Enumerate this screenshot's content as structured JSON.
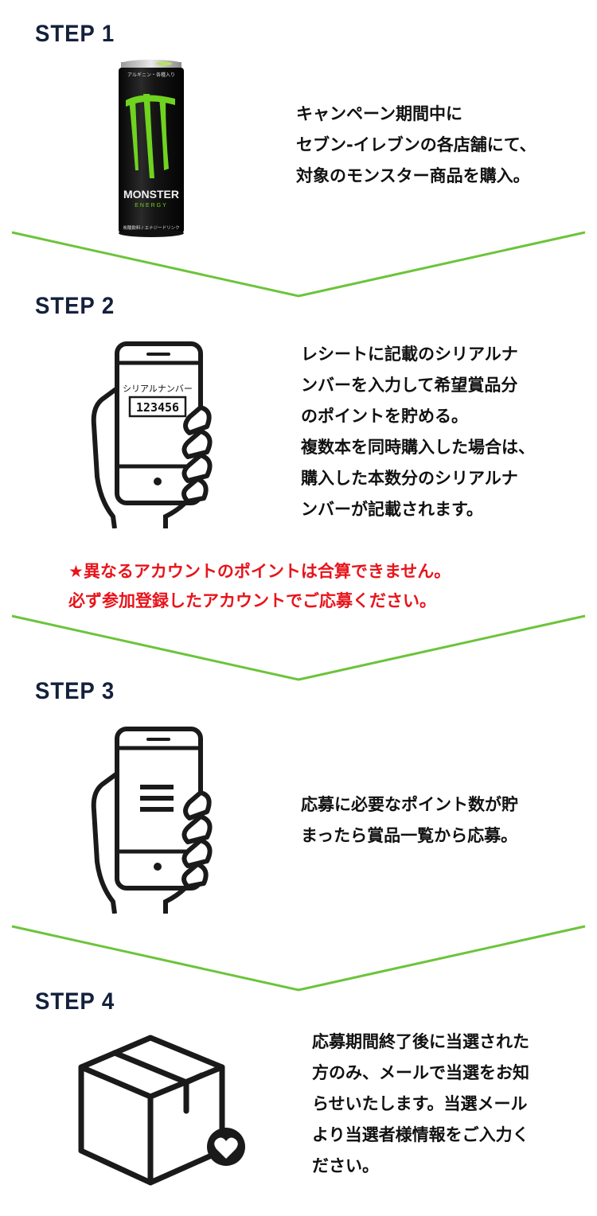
{
  "steps": [
    {
      "title": "STEP 1",
      "lines": [
        "キャンペーン期間中に",
        "セブン-イレブンの各店舗にて、",
        "対象のモンスター商品を購入。"
      ],
      "illustration": "energy-drink-can",
      "can": {
        "top_text": "アルギニン・各種入り",
        "brand": "MONSTER",
        "sub": "ENERGY",
        "bottom_text": "炭酸飲料 / エナジードリンク"
      }
    },
    {
      "title": "STEP 2",
      "lines": [
        "レシートに記載のシリアルナ",
        "ンバーを入力して希望賞品分",
        "のポイントを貯める。",
        "複数本を同時購入した場合は、",
        "購入した本数分のシリアルナ",
        "ンバーが記載されます。"
      ],
      "illustration": "hand-holding-phone-serial",
      "phone": {
        "label": "シリアルナンバー",
        "number": "123456"
      }
    },
    {
      "title": "STEP 3",
      "lines": [
        "応募に必要なポイント数が貯",
        "まったら賞品一覧から応募。"
      ],
      "illustration": "hand-holding-phone-menu"
    },
    {
      "title": "STEP 4",
      "lines": [
        "応募期間終了後に当選された",
        "方のみ、メールで当選をお知",
        "らせいたします。当選メール",
        "より当選者様情報をご入力く",
        "ださい。"
      ],
      "illustration": "box-with-heart"
    }
  ],
  "warning": {
    "lines": [
      "★異なるアカウントのポイントは合算できません。",
      "必ず参加登録したアカウントでご応募ください。"
    ]
  },
  "colors": {
    "title": "#14213d",
    "divider": "#6cc43a",
    "warning": "#e8141b",
    "icon": "#1a1a1a",
    "can_green": "#6fd320"
  }
}
